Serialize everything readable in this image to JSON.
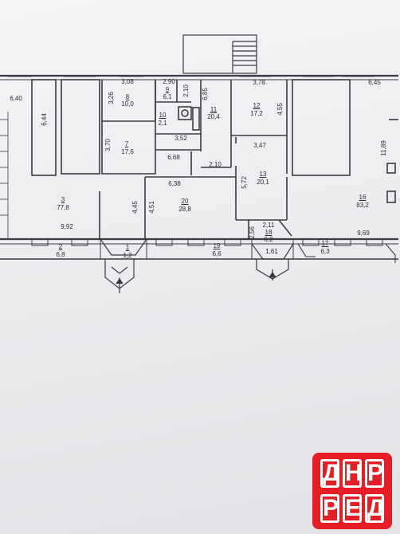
{
  "rooms": [
    {
      "id": "1",
      "area": "1,2"
    },
    {
      "id": "2",
      "area": "6,8"
    },
    {
      "id": "3",
      "area": "77,8"
    },
    {
      "id": "7",
      "area": "17,6"
    },
    {
      "id": "8",
      "area": "10,0"
    },
    {
      "id": "9",
      "area": "6,1"
    },
    {
      "id": "10",
      "area": "2,1"
    },
    {
      "id": "11",
      "area": "20,4"
    },
    {
      "id": "12",
      "area": "17,2"
    },
    {
      "id": "13",
      "area": "20,1"
    },
    {
      "id": "16",
      "area": "83,2"
    },
    {
      "id": "17",
      "area": "6,3"
    },
    {
      "id": "18",
      "area": "6,2"
    },
    {
      "id": "19",
      "area": "6,6"
    },
    {
      "id": "20",
      "area": "28,8"
    }
  ],
  "dimensions": [
    "6,40",
    "6,44",
    "3,08",
    "3,26",
    "2,90",
    "2,10",
    "6,85",
    "3,78",
    "4,55",
    "6,45",
    "11,89",
    "3,70",
    "3,52",
    "6,68",
    "3,47",
    "2,10",
    "5,72",
    "6,38",
    "4,45",
    "4,51",
    "9,92",
    "2,56",
    "2,11",
    "1,61",
    "9,69"
  ],
  "watermark": {
    "line1": "ДНР",
    "line2": "РЕД",
    "color": "#e31e24"
  }
}
